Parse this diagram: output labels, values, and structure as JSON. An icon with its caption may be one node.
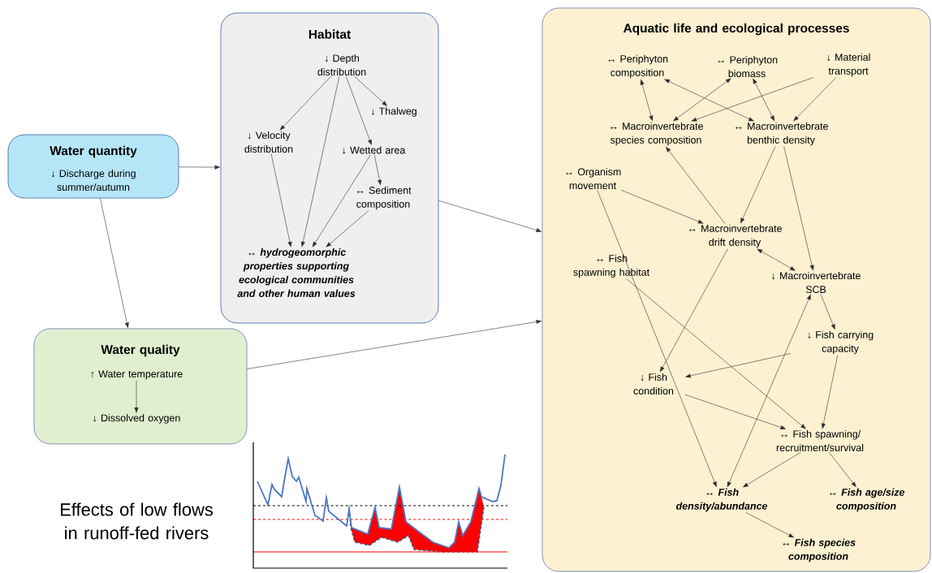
{
  "diagram": {
    "title": "Effects of low flows in runoff-fed rivers",
    "nodes": [
      {
        "text": [
          "Water quantity",
          "↓ Discharge during summer/autumn"
        ]
      },
      {
        "text": [
          "Habitat"
        ]
      },
      {
        "text": [
          "↓ Depth distribution"
        ],
        "in": 1
      },
      {
        "text": [
          "↓ Thalweg"
        ],
        "in": 1
      },
      {
        "text": [
          "↓ Velocity distribution"
        ],
        "in": 1
      },
      {
        "text": [
          "↓ Wetted area"
        ],
        "in": 1
      },
      {
        "text": [
          "↔ Sediment composition"
        ],
        "in": 1
      },
      {
        "text": [
          "↔ hydrogeomorphic properties supporting ecological communities and other human values"
        ],
        "in": 1
      },
      {
        "text": [
          "Water quality"
        ]
      },
      {
        "text": [
          "↑ Water temperature"
        ],
        "in": 8
      },
      {
        "text": [
          "↓ Dissolved oxygen"
        ],
        "in": 8
      },
      {
        "text": [
          "Aquatic life and ecological processes"
        ]
      },
      {
        "text": [
          "↔ Periphyton composition"
        ],
        "in": 11
      },
      {
        "text": [
          "↔ Periphyton biomass"
        ],
        "in": 11
      },
      {
        "text": [
          "↓ Material transport"
        ],
        "in": 11
      },
      {
        "text": [
          "↔ Macroinvertebrate species composition"
        ],
        "in": 11
      },
      {
        "text": [
          "↔ Macroinvertebrate benthic density"
        ],
        "in": 11
      },
      {
        "text": [
          "↔ Organism movement"
        ],
        "in": 11
      },
      {
        "text": [
          "↔ Macroinvertebrate drift density"
        ],
        "in": 11
      },
      {
        "text": [
          "↔ Fish spawning habitat"
        ],
        "in": 11
      },
      {
        "text": [
          "↓ Macroinvertebrate SCB"
        ],
        "in": 11
      },
      {
        "text": [
          "↓ Fish carrying capacity"
        ],
        "in": 11
      },
      {
        "text": [
          "↓ Fish condition"
        ],
        "in": 11
      },
      {
        "text": [
          "↔ Fish spawning/ recruitment/survival"
        ],
        "in": 11
      },
      {
        "text": [
          "↔ Fish density/abundance"
        ],
        "in": 11
      },
      {
        "text": [
          "↔ Fish age/size composition"
        ],
        "in": 11
      },
      {
        "text": [
          "↔ Fish species composition"
        ],
        "in": 11
      }
    ],
    "edges": [
      {
        "from": 0,
        "to": 1,
        "arrow": "to"
      },
      {
        "from": 0,
        "to": 8,
        "arrow": "to"
      },
      {
        "from": 1,
        "to": 11,
        "arrow": "to"
      },
      {
        "from": 8,
        "to": 11,
        "arrow": "to"
      },
      {
        "from": 9,
        "to": 10,
        "arrow": "to"
      },
      {
        "from": 2,
        "to": 4,
        "arrow": "to"
      },
      {
        "from": 2,
        "to": 3,
        "arrow": "to"
      },
      {
        "from": 2,
        "to": 5,
        "arrow": "to"
      },
      {
        "from": 2,
        "to": 7,
        "arrow": "to"
      },
      {
        "from": 4,
        "to": 7,
        "arrow": "to"
      },
      {
        "from": 5,
        "to": 6,
        "arrow": "to"
      },
      {
        "from": 5,
        "to": 7,
        "arrow": "to"
      },
      {
        "from": 6,
        "to": 7,
        "arrow": "to"
      },
      {
        "from": 12,
        "to": 15,
        "arrow": "both"
      },
      {
        "from": 12,
        "to": 16,
        "arrow": "both"
      },
      {
        "from": 13,
        "to": 15,
        "arrow": "both"
      },
      {
        "from": 13,
        "to": 16,
        "arrow": "both"
      },
      {
        "from": 14,
        "to": 15,
        "arrow": "to"
      },
      {
        "from": 14,
        "to": 16,
        "arrow": "to"
      },
      {
        "from": 16,
        "to": 18,
        "arrow": "to"
      },
      {
        "from": 16,
        "to": 20,
        "arrow": "to"
      },
      {
        "from": 17,
        "to": 18,
        "arrow": "to"
      },
      {
        "from": 17,
        "to": 24,
        "arrow": "to"
      },
      {
        "from": 18,
        "to": 20,
        "arrow": "both"
      },
      {
        "from": 18,
        "to": 15,
        "arrow": "to"
      },
      {
        "from": 18,
        "to": 22,
        "arrow": "to"
      },
      {
        "from": 20,
        "to": 21,
        "arrow": "to"
      },
      {
        "from": 24,
        "to": 20,
        "arrow": "both"
      },
      {
        "from": 21,
        "to": 22,
        "arrow": "to"
      },
      {
        "from": 21,
        "to": 23,
        "arrow": "to"
      },
      {
        "from": 22,
        "to": 23,
        "arrow": "to"
      },
      {
        "from": 19,
        "to": 23,
        "arrow": "to"
      },
      {
        "from": 23,
        "to": 24,
        "arrow": "to"
      },
      {
        "from": 23,
        "to": 25,
        "arrow": "to"
      },
      {
        "from": 24,
        "to": 26,
        "arrow": "to"
      }
    ]
  }
}
